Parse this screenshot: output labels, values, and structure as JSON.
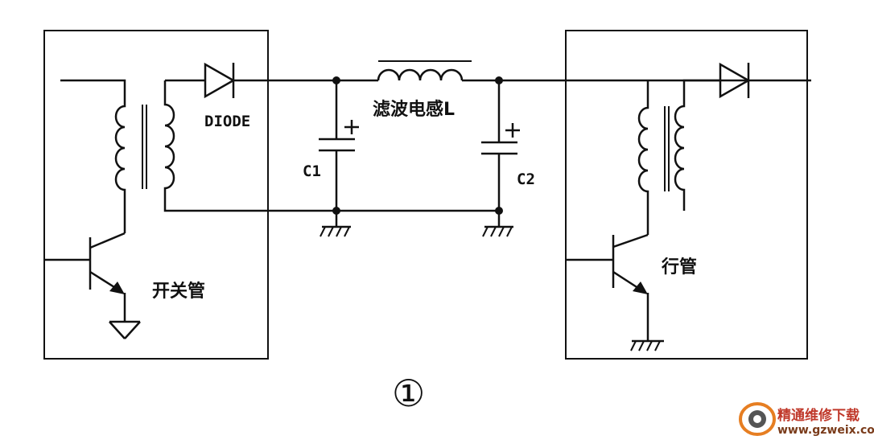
{
  "labels": {
    "diode": "DIODE",
    "inductor": "滤波电感L",
    "c1": "C1",
    "c2": "C2",
    "switch_tube": "开关管",
    "line_tube": "行管",
    "figure_number": "①"
  },
  "watermark": {
    "title": "精通维修下载",
    "url": "www.gzweix.com",
    "logo_icon": "eye-logo-icon",
    "colors": {
      "title": "#c0392b",
      "url": "#7a3b1a",
      "logo_outer": "#e67e22",
      "logo_inner": "#555555"
    }
  },
  "colors": {
    "ink": "#111111",
    "background": "#ffffff"
  }
}
